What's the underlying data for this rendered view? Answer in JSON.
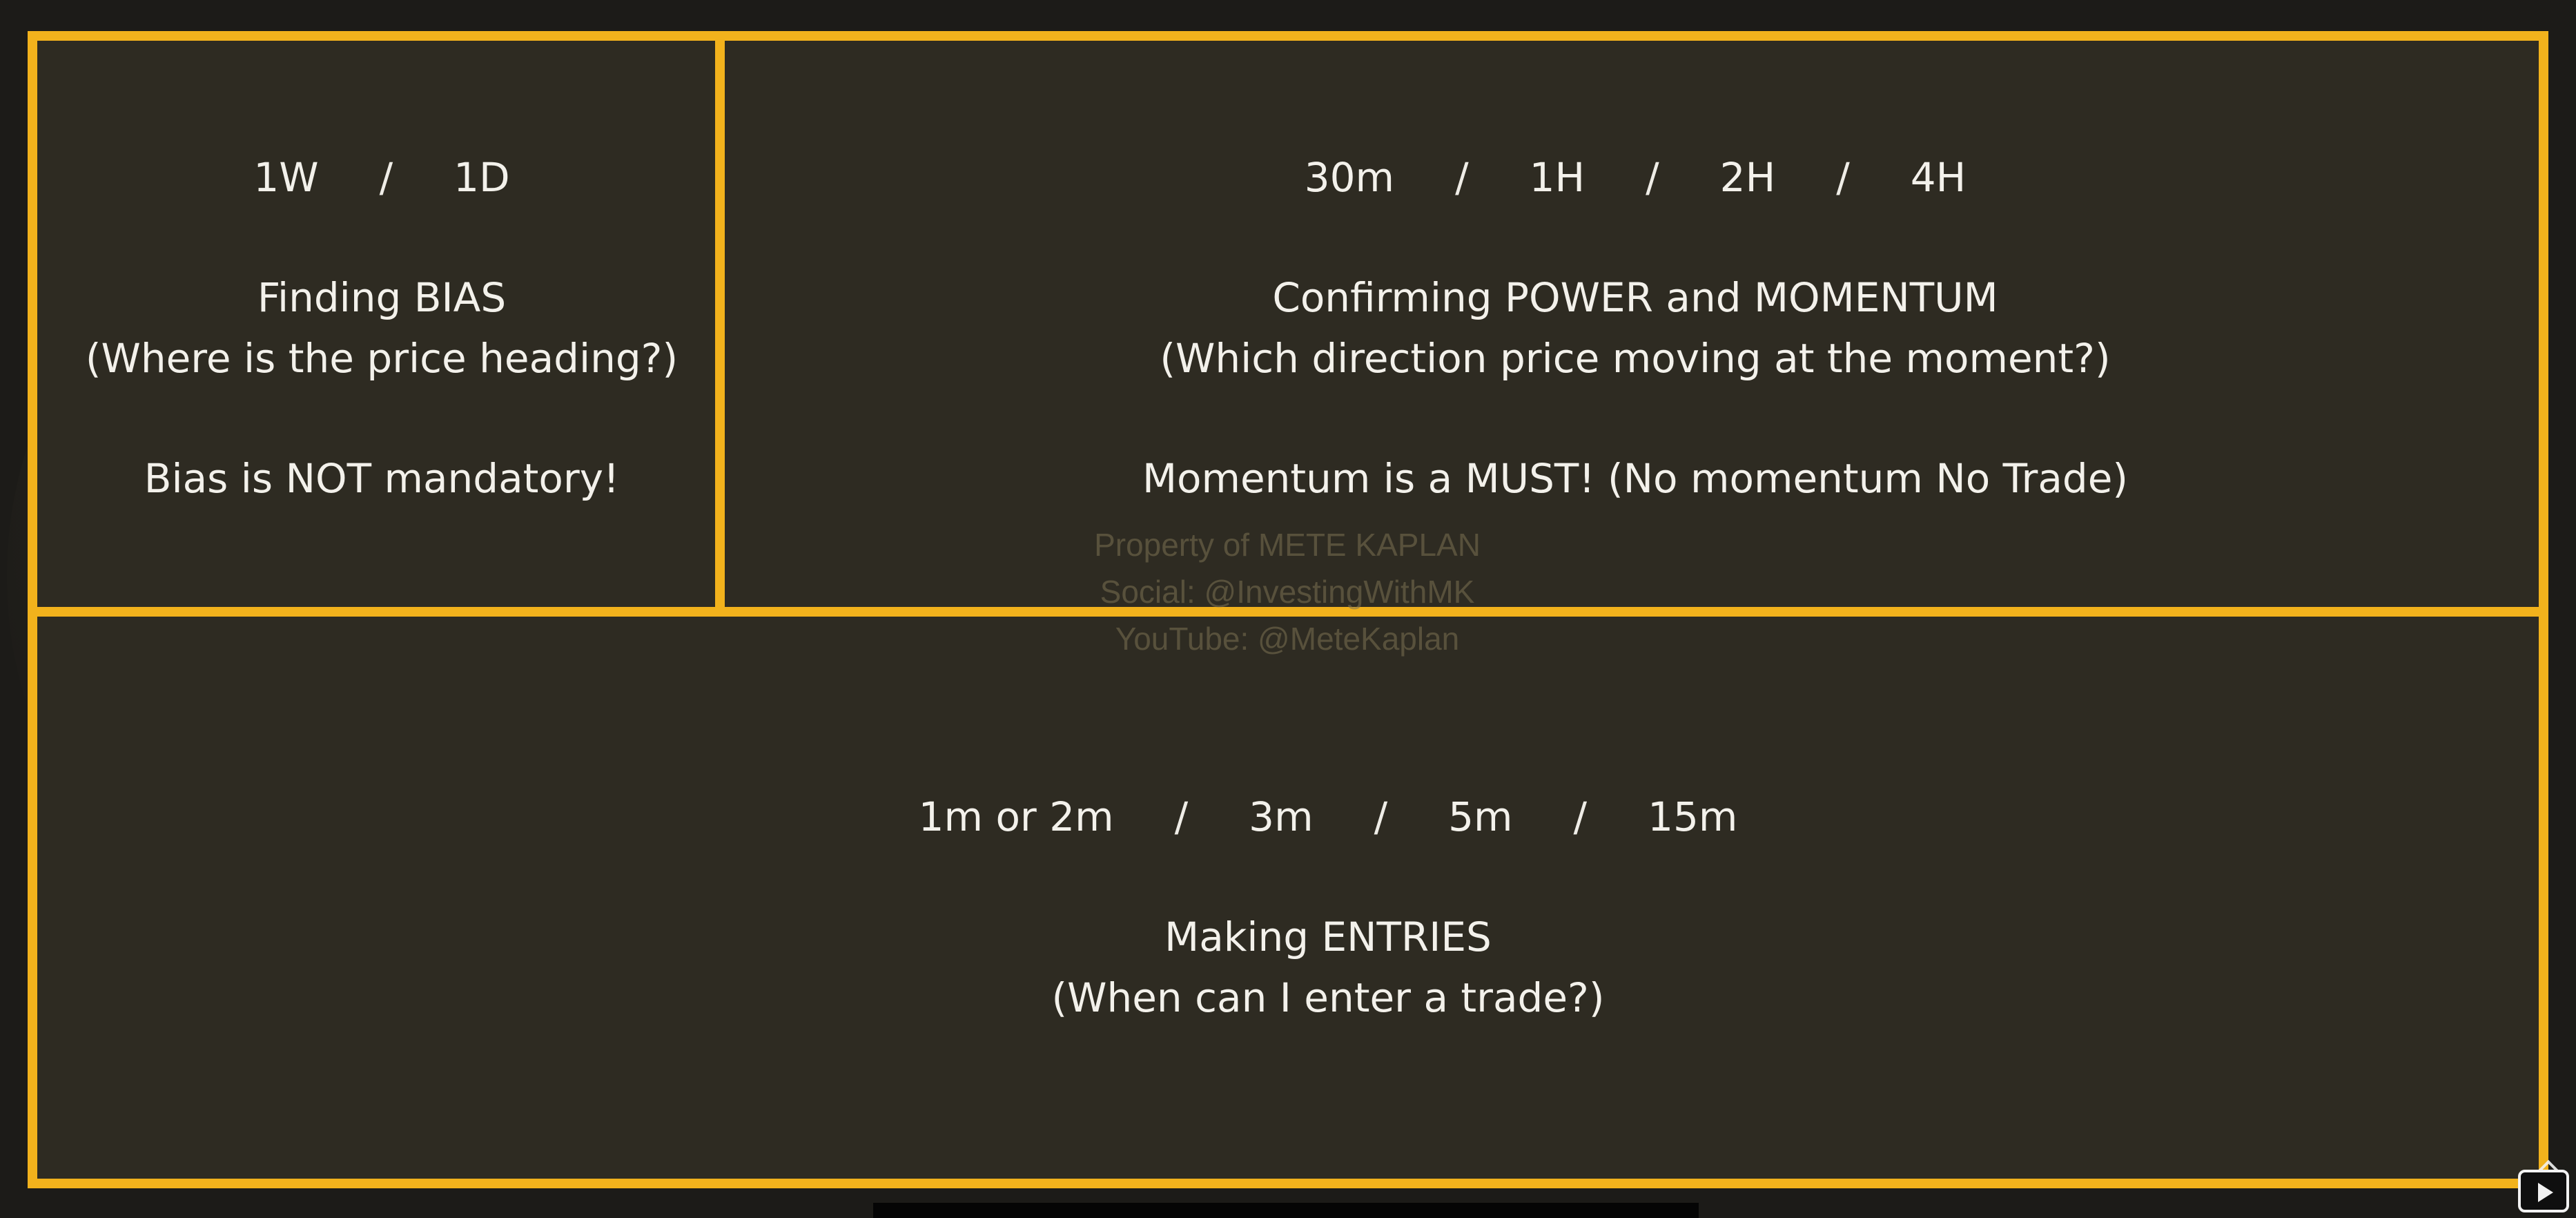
{
  "panels": {
    "left": {
      "timeframes": [
        "1W",
        "1D"
      ],
      "separator": "/",
      "title": "Finding BIAS",
      "subtitle": "(Where is the price heading?)",
      "note": "Bias is NOT mandatory!"
    },
    "right": {
      "timeframes": [
        "30m",
        "1H",
        "2H",
        "4H"
      ],
      "separator": "/",
      "title": "Confirming POWER and MOMENTUM",
      "subtitle": "(Which direction price moving at the moment?)",
      "note": "Momentum is a MUST! (No momentum No Trade)"
    },
    "bottom": {
      "timeframes": [
        "1m or 2m",
        "3m",
        "5m",
        "15m"
      ],
      "separator": "/",
      "title": "Making ENTRIES",
      "subtitle": "(When can I enter a trade?)"
    }
  },
  "watermark": {
    "line1": "Property of METE KAPLAN",
    "line2": "Social: @InvestingWithMK",
    "line3": "YouTube: @MeteKaplan"
  },
  "colors": {
    "border": "#f2b21c",
    "panel_background": "#2e2b22",
    "text": "#f3f1eb"
  },
  "icons": {
    "player_logo": "play-tv-icon"
  }
}
